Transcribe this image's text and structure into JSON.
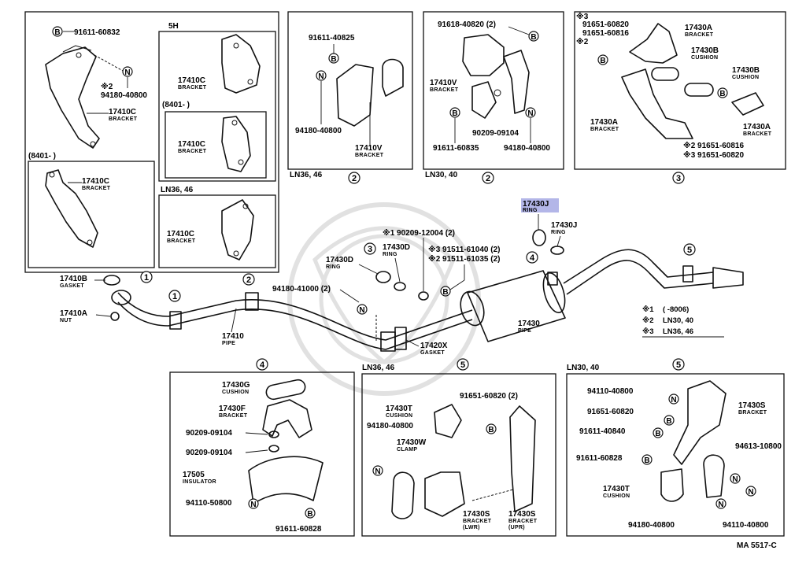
{
  "diagram_id": "MA 5517-C",
  "legend": [
    {
      "mark": "※1",
      "text": "(      -8006)"
    },
    {
      "mark": "※2",
      "text": "LN30, 40"
    },
    {
      "mark": "※3",
      "text": "LN36, 46"
    }
  ],
  "boxes": {
    "b1": {
      "codes": {
        "c1": "91611-60832",
        "c2": "94180-40800"
      },
      "mark": "※2",
      "part": "17410C",
      "name": "BRACKET",
      "range": "(8401-       )",
      "part2": "17410C",
      "name2": "BRACKET"
    },
    "b2": {
      "variant": "5H",
      "part1": "17410C",
      "name1": "BRACKET",
      "range": "(8401-       )",
      "part2": "17410C",
      "name2": "BRACKET"
    },
    "b3": {
      "variant": "LN36, 46",
      "part": "17410C",
      "name": "BRACKET"
    },
    "b4": {
      "codes": {
        "c1": "91611-40825",
        "c2": "94180-40800"
      },
      "part": "17410V",
      "name": "BRACKET",
      "variant": "LN36, 46",
      "ref": "2"
    },
    "b5": {
      "codes": {
        "c1": "91618-40820 (2)",
        "c2": "90209-09104",
        "c3": "91611-60835",
        "c4": "94180-40800"
      },
      "part": "17410V",
      "name": "BRACKET",
      "variant": "LN30, 40",
      "ref": "2"
    },
    "b6": {
      "marks": {
        "m3": "※3",
        "m2": "※2"
      },
      "codes": {
        "c1": "91651-60820",
        "c2": "91651-60816",
        "c3": "※2 91651-60816",
        "c4": "※3 91651-60820"
      },
      "partA": "17430A",
      "nameA": "BRACKET",
      "partB": "17430B",
      "nameB": "CUSHION",
      "partB2": "17430B",
      "nameB2": "CUSHION",
      "partA2": "17430A",
      "nameA2": "BRACKET",
      "partA3": "17430A",
      "nameA3": "BRACKET",
      "ref": "3"
    },
    "b7": {
      "part": "17430G",
      "name": "CUSHION",
      "partF": "17430F",
      "nameF": "BRACKET",
      "codes": {
        "c1": "90209-09104",
        "c2": "90209-09104",
        "c3": "94110-50800",
        "c4": "91611-60828"
      },
      "ins": "17505",
      "insName": "INSULATOR",
      "ref": "4"
    },
    "b8": {
      "variant": "LN36, 46",
      "ref": "5",
      "partT": "17430T",
      "nameT": "CUSHION",
      "code1": "94180-40800",
      "code2": "91651-60820 (2)",
      "partW": "17430W",
      "nameW": "CLAMP",
      "partS1": "17430S",
      "nameS1": "BRACKET",
      "sub1": "(LWR)",
      "partS2": "17430S",
      "nameS2": "BRACKET",
      "sub2": "(UPR)"
    },
    "b9": {
      "variant": "LN30, 40",
      "ref": "5",
      "codes": {
        "c1": "94110-40800",
        "c2": "91651-60820",
        "c3": "91611-40840",
        "c4": "91611-60828",
        "c5": "94613-10800",
        "c6": "94180-40800",
        "c7": "94110-40800"
      },
      "partS": "17430S",
      "nameS": "BRACKET",
      "partT": "17430T",
      "nameT": "CUSHION"
    }
  },
  "main": {
    "gasket": {
      "part": "17410B",
      "name": "GASKET"
    },
    "nut": {
      "part": "17410A",
      "name": "NUT"
    },
    "pipe1": {
      "part": "17410",
      "name": "PIPE"
    },
    "gasket2": {
      "part": "17420X",
      "name": "GASKET"
    },
    "pipe2": {
      "part": "17430",
      "name": "PIPE"
    },
    "ringD1": {
      "part": "17430D",
      "name": "RING"
    },
    "ringD2": {
      "part": "17430D",
      "name": "RING"
    },
    "ringJ_hl": {
      "part": "17430J",
      "name": "RING"
    },
    "ringJ": {
      "part": "17430J",
      "name": "RING"
    },
    "code_bolt": "※1 90209-12004 (2)",
    "code_a": "※3 91511-61040 (2)",
    "code_b": "※2 91511-61035 (2)",
    "code_n": "94180-41000 (2)",
    "refs": {
      "r1a": "1",
      "r1b": "1",
      "r2": "2",
      "r3": "3",
      "r4": "4",
      "r5": "5"
    }
  },
  "badges": {
    "bolt": "B",
    "nut": "N"
  },
  "colors": {
    "highlight": "#b3b6e8",
    "ink": "#111111"
  }
}
